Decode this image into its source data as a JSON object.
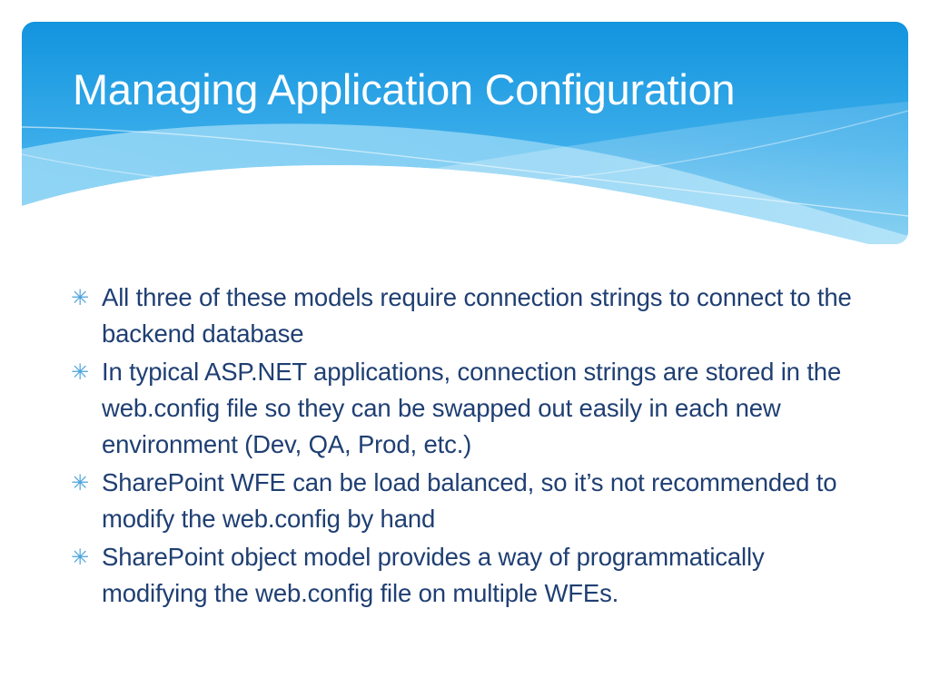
{
  "slide": {
    "title": "Managing Application Configuration",
    "bullet_glyph": "✳",
    "bullets": [
      {
        "text": "All three of these models require connection strings to connect to the backend database"
      },
      {
        "text": "In typical ASP.NET applications, connection strings are stored in the web.config file so they can be swapped out easily in each new environment (Dev, QA, Prod, etc.)"
      },
      {
        "text": "SharePoint WFE can be load balanced, so it’s not recommended to modify the web.config by hand"
      },
      {
        "text": "SharePoint object model provides a way of programmatically modifying the web.config file on multiple WFEs."
      }
    ],
    "colors": {
      "banner_top": "#1294de",
      "banner_bottom": "#74c9f0",
      "wave_light": "#8fd4f4",
      "wave_mid": "#6ec4ee",
      "title_text": "#ffffff",
      "body_text": "#1f3f73",
      "bullet_marker": "#4aa3dc",
      "background": "#ffffff"
    }
  }
}
